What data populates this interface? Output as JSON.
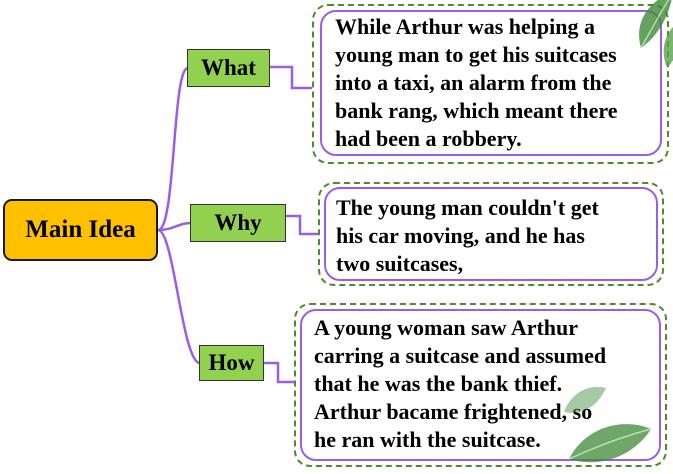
{
  "main_idea": {
    "label": "Main Idea"
  },
  "branches": [
    {
      "label": "What",
      "text": "While Arthur was helping a\nyoung man to get his suitcases\ninto a taxi, an alarm from the\nbank rang, which meant there\nhad been a robbery."
    },
    {
      "label": "Why",
      "text": "The young man couldn't get\nhis car moving, and he has\ntwo suitcases,"
    },
    {
      "label": "How",
      "text": "A young woman saw Arthur\ncarring a suitcase and assumed\nthat he was the bank thief.\nArthur bacame frightened,  so\nhe ran with the suitcase."
    }
  ],
  "colors": {
    "main_fill": "#ffc000",
    "branch_fill": "#92d050",
    "connector": "#9a5ee6",
    "dashed_border": "#4f8a2e",
    "inner_border": "#9a5ee6",
    "leaf": "#3f8a3a"
  }
}
